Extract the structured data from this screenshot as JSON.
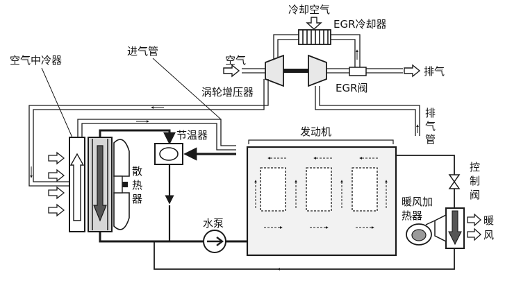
{
  "labels": {
    "cooling_air": "冷却空气",
    "egr_cooler": "EGR冷却器",
    "charge_air_cooler": "空气中冷器",
    "intake_pipe": "进气管",
    "air": "空气",
    "exhaust": "排气",
    "turbocharger": "涡轮增压器",
    "egr_valve": "EGR阀",
    "thermostat": "节温器",
    "engine": "发动机",
    "exhaust_pipe": [
      "排",
      "气",
      "管"
    ],
    "radiator": [
      "散",
      "热",
      "器"
    ],
    "control_valve": [
      "控",
      "制",
      "阀"
    ],
    "water_pump": "水泵",
    "heater_core": [
      "暖风加",
      "热器"
    ],
    "warm_air": [
      "暖",
      "风"
    ]
  },
  "colors": {
    "line": "#1a1a1a",
    "component_fill": "#e8e8e8",
    "component_dark": "#9a9a9a"
  },
  "icons": {
    "air_flow_arrow": "hollow-right-arrow-icon",
    "pump": "pump-impeller-icon",
    "fan": "radiator-fan-icon"
  }
}
